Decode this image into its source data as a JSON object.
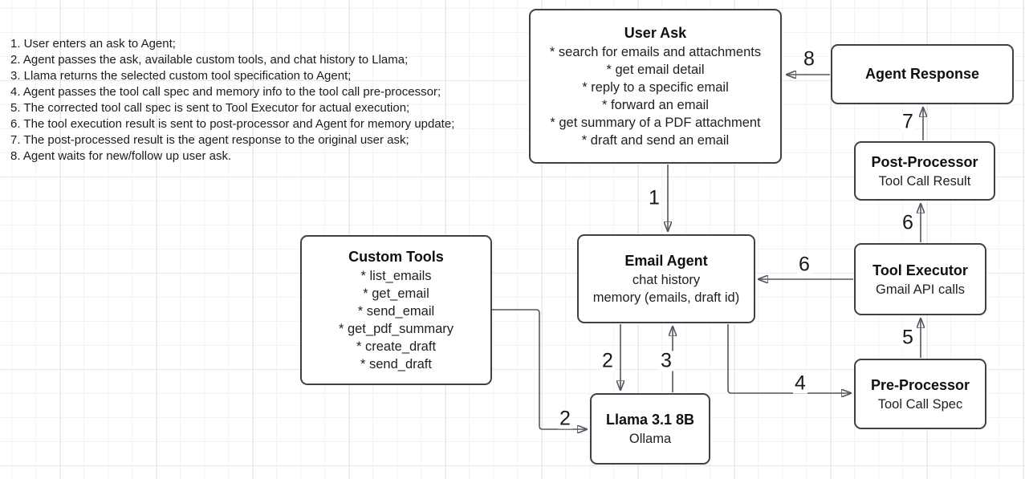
{
  "notes": {
    "items": [
      "1. User enters an ask to Agent;",
      "2. Agent passes the ask, available custom tools, and chat history to Llama;",
      "3. Llama returns the selected custom tool specification to Agent;",
      "4. Agent passes the tool call spec and memory info to the tool call pre-processor;",
      "5. The corrected tool call spec is sent to Tool Executor for actual execution;",
      "6. The tool execution result is sent to post-processor and Agent for memory update;",
      "7. The post-processed result is the agent response to the original user ask;",
      "8. Agent waits for new/follow up user ask."
    ]
  },
  "nodes": {
    "user_ask": {
      "title": "User Ask",
      "items": [
        "* search for emails and attachments",
        "* get email detail",
        "* reply to a specific email",
        "* forward an email",
        "* get summary of a PDF attachment",
        "* draft and send an email"
      ]
    },
    "agent_response": {
      "title": "Agent Response"
    },
    "post_processor": {
      "title": "Post-Processor",
      "subtitle": "Tool Call Result"
    },
    "tool_executor": {
      "title": "Tool Executor",
      "subtitle": "Gmail API calls"
    },
    "pre_processor": {
      "title": "Pre-Processor",
      "subtitle": "Tool Call Spec"
    },
    "email_agent": {
      "title": "Email Agent",
      "line1": "chat history",
      "line2": "memory (emails, draft id)"
    },
    "custom_tools": {
      "title": "Custom Tools",
      "items": [
        "* list_emails",
        "* get_email",
        "* send_email",
        "* get_pdf_summary",
        "* create_draft",
        "* send_draft"
      ]
    },
    "llama": {
      "title": "Llama 3.1 8B",
      "subtitle": "Ollama"
    }
  },
  "edge_labels": {
    "user_ask_to_email_agent": "1",
    "email_agent_to_llama": "2",
    "custom_tools_to_llama": "2",
    "llama_to_email_agent": "3",
    "email_agent_to_pre_processor": "4",
    "pre_processor_to_tool_executor": "5",
    "tool_executor_to_email_agent": "6",
    "tool_executor_to_post_processor": "6",
    "post_processor_to_agent_response": "7",
    "agent_response_to_user_ask": "8"
  },
  "colors": {
    "background": "#ffffff",
    "grid_minor": "#f3f3f5",
    "grid_major": "#e7e7ea",
    "node_border": "#40404a",
    "edge": "#55555f",
    "text": "#1a1a1a"
  }
}
